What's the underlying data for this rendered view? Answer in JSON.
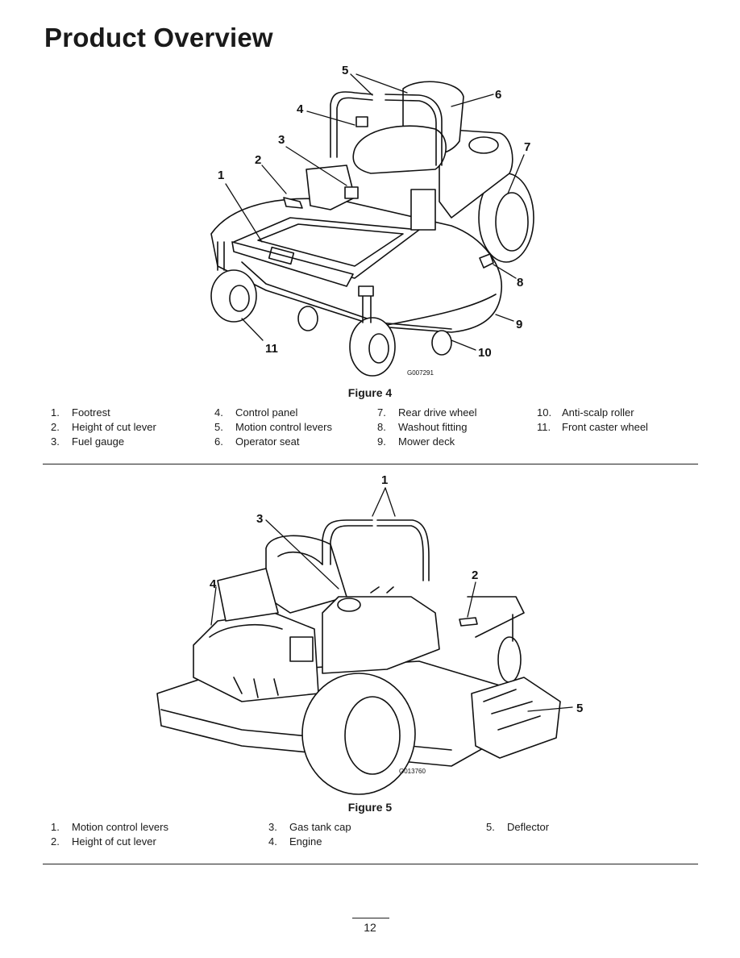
{
  "title": "Product Overview",
  "figure4": {
    "caption": "Figure 4",
    "code": "G007291",
    "callouts": [
      "1",
      "2",
      "3",
      "4",
      "5",
      "6",
      "7",
      "8",
      "9",
      "10",
      "11"
    ],
    "legend": [
      {
        "num": "1.",
        "text": "Footrest"
      },
      {
        "num": "2.",
        "text": "Height of cut lever"
      },
      {
        "num": "3.",
        "text": "Fuel gauge"
      },
      {
        "num": "4.",
        "text": "Control panel"
      },
      {
        "num": "5.",
        "text": "Motion control levers"
      },
      {
        "num": "6.",
        "text": "Operator seat"
      },
      {
        "num": "7.",
        "text": "Rear drive wheel"
      },
      {
        "num": "8.",
        "text": "Washout fitting"
      },
      {
        "num": "9.",
        "text": "Mower deck"
      },
      {
        "num": "10.",
        "text": "Anti-scalp roller"
      },
      {
        "num": "11.",
        "text": "Front caster wheel"
      }
    ]
  },
  "figure5": {
    "caption": "Figure 5",
    "code": "G013760",
    "callouts": [
      "1",
      "2",
      "3",
      "4",
      "5"
    ],
    "legend": [
      {
        "num": "1.",
        "text": "Motion control levers"
      },
      {
        "num": "2.",
        "text": "Height of cut lever"
      },
      {
        "num": "3.",
        "text": "Gas tank cap"
      },
      {
        "num": "4.",
        "text": "Engine"
      },
      {
        "num": "5.",
        "text": "Deflector"
      }
    ]
  },
  "page_number": "12"
}
